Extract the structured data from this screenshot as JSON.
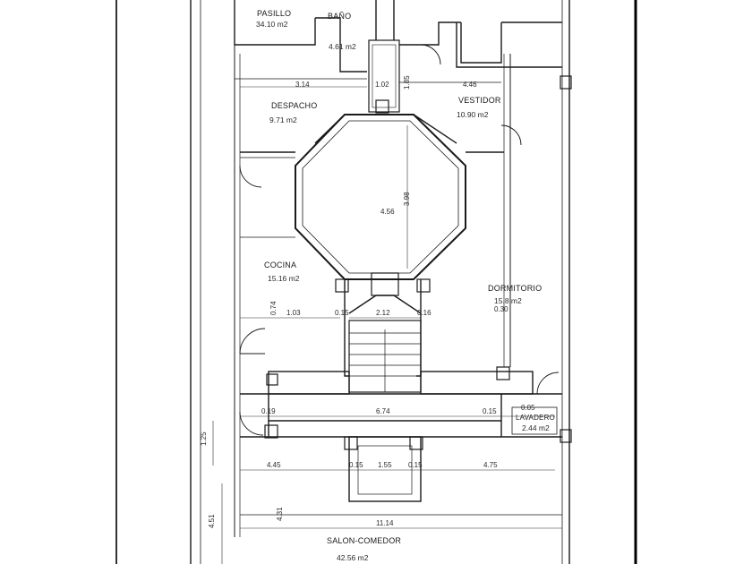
{
  "rooms": {
    "pasillo": {
      "name": "PASILLO",
      "area": "34.10 m2"
    },
    "bano": {
      "name": "BAÑO",
      "area": "4.61 m2"
    },
    "despacho": {
      "name": "DESPACHO",
      "area": "9.71 m2"
    },
    "vestidor": {
      "name": "VESTIDOR",
      "area": "10.90 m2"
    },
    "cocina": {
      "name": "COCINA",
      "area": "15.16 m2"
    },
    "dormitorio": {
      "name": "DORMITORIO",
      "area": "15.8 m2"
    },
    "lavadero": {
      "name": "LAVADERO",
      "area": "2.44 m2"
    },
    "salon": {
      "name": "SALON-COMEDOR",
      "area": "42.56 m2"
    }
  },
  "dimensions": {
    "d_314": "3.14",
    "d_102": "1.02",
    "d_185a": "1.85",
    "d_446": "4.46",
    "d_456": "4.56",
    "d_398": "3.98",
    "d_103": "1.03",
    "d_015a": "0.15",
    "d_212": "2.12",
    "d_016": "0.16",
    "d_074": "0.74",
    "d_019": "0.19",
    "d_674": "6.74",
    "d_015b": "0.15",
    "d_005": "0.05",
    "d_445": "4.45",
    "d_015c": "0.15",
    "d_155": "1.55",
    "d_015d": "0.15",
    "d_475": "4.75",
    "d_1114": "11.14",
    "d_125": "1.25",
    "d_431": "4.31",
    "d_451": "4.51",
    "d_030": "0.30"
  },
  "colors": {
    "ink": "#1a1a1a",
    "paper": "#ffffff",
    "border": "#000000"
  }
}
